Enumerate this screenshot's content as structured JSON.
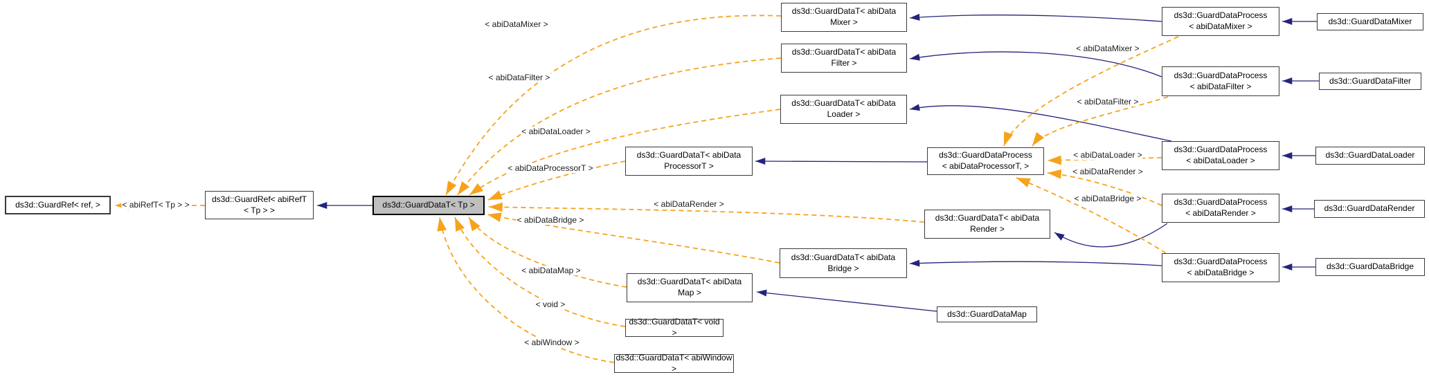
{
  "diagram": {
    "type": "class-inheritance-graph",
    "colors": {
      "inheritance_edge": "#24247b",
      "template_edge": "#f7a21b",
      "node_fill": "#ffffff",
      "current_node_fill": "#bfbfbf",
      "node_border": "#3a3a3a",
      "background": "#ffffff"
    },
    "nodes": [
      {
        "id": "guardref-ref",
        "label": "ds3d::GuardRef< ref, >"
      },
      {
        "id": "guardref-abireft",
        "label": "ds3d::GuardRef< abiRefT\n< Tp > >"
      },
      {
        "id": "guarddatat-tp",
        "label": "ds3d::GuardDataT< Tp >"
      },
      {
        "id": "gdt-mixer",
        "label": "ds3d::GuardDataT< abiData\nMixer >"
      },
      {
        "id": "gdt-filter",
        "label": "ds3d::GuardDataT< abiData\nFilter >"
      },
      {
        "id": "gdt-loader",
        "label": "ds3d::GuardDataT< abiData\nLoader >"
      },
      {
        "id": "gdt-processort",
        "label": "ds3d::GuardDataT< abiData\nProcessorT >"
      },
      {
        "id": "gdt-render",
        "label": "ds3d::GuardDataT< abiData\nRender >"
      },
      {
        "id": "gdt-bridge",
        "label": "ds3d::GuardDataT< abiData\nBridge >"
      },
      {
        "id": "gdt-map",
        "label": "ds3d::GuardDataT< abiData\nMap >"
      },
      {
        "id": "gdt-void",
        "label": "ds3d::GuardDataT< void >"
      },
      {
        "id": "gdt-abiwindow",
        "label": "ds3d::GuardDataT< abiWindow >"
      },
      {
        "id": "gdp-processort",
        "label": "ds3d::GuardDataProcess\n< abiDataProcessorT, >"
      },
      {
        "id": "gdp-mixer",
        "label": "ds3d::GuardDataProcess\n< abiDataMixer >"
      },
      {
        "id": "gdp-filter",
        "label": "ds3d::GuardDataProcess\n< abiDataFilter >"
      },
      {
        "id": "gdp-loader",
        "label": "ds3d::GuardDataProcess\n< abiDataLoader >"
      },
      {
        "id": "gdp-render",
        "label": "ds3d::GuardDataProcess\n< abiDataRender >"
      },
      {
        "id": "gdp-bridge",
        "label": "ds3d::GuardDataProcess\n< abiDataBridge >"
      },
      {
        "id": "gd-mixer",
        "label": "ds3d::GuardDataMixer"
      },
      {
        "id": "gd-filter",
        "label": "ds3d::GuardDataFilter"
      },
      {
        "id": "gd-loader",
        "label": "ds3d::GuardDataLoader"
      },
      {
        "id": "gd-render",
        "label": "ds3d::GuardDataRender"
      },
      {
        "id": "gd-bridge",
        "label": "ds3d::GuardDataBridge"
      },
      {
        "id": "gd-map",
        "label": "ds3d::GuardDataMap"
      }
    ],
    "edge_labels": [
      {
        "text": "< abiRefT< Tp > >"
      },
      {
        "text": "< abiDataMixer >"
      },
      {
        "text": "< abiDataFilter >"
      },
      {
        "text": "< abiDataLoader >"
      },
      {
        "text": "< abiDataProcessorT >"
      },
      {
        "text": "< abiDataRender >"
      },
      {
        "text": "< abiDataBridge >"
      },
      {
        "text": "< abiDataMap >"
      },
      {
        "text": "< void >"
      },
      {
        "text": "< abiWindow >"
      },
      {
        "text": "< abiDataMixer >"
      },
      {
        "text": "< abiDataFilter >"
      },
      {
        "text": "< abiDataLoader >"
      },
      {
        "text": "< abiDataRender >"
      },
      {
        "text": "< abiDataBridge >"
      }
    ]
  }
}
